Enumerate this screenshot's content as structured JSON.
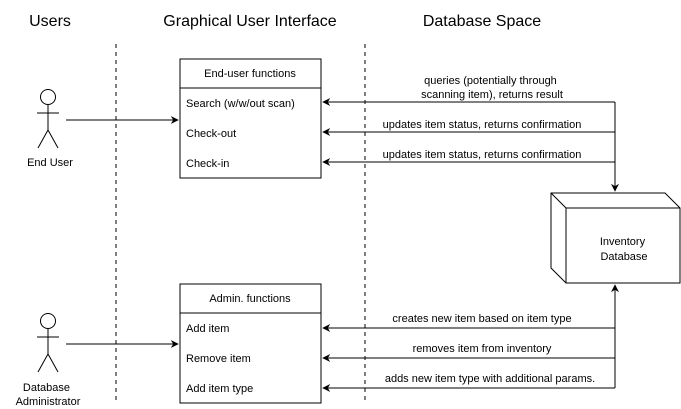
{
  "lanes": {
    "users": "Users",
    "gui": "Graphical User Interface",
    "db": "Database Space"
  },
  "actors": {
    "end_user": [
      "End User"
    ],
    "admin": [
      "Database",
      "Administrator"
    ]
  },
  "enduser_box": {
    "title": "End-user functions",
    "items": [
      "Search (w/w/out scan)",
      "Check-out",
      "Check-in"
    ]
  },
  "admin_box": {
    "title": "Admin. functions",
    "items": [
      "Add item",
      "Remove item",
      "Add item type"
    ]
  },
  "database": {
    "label": [
      "Inventory",
      "Database"
    ]
  },
  "flows": {
    "search": [
      "queries (potentially through",
      "scanning item), returns result"
    ],
    "checkout": [
      "updates item status, returns confirmation"
    ],
    "checkin": [
      "updates item status, returns confirmation"
    ],
    "add_item": [
      "creates new item based on item type"
    ],
    "remove_item": [
      "removes item from inventory"
    ],
    "add_type": [
      "adds new item type with additional params."
    ]
  }
}
